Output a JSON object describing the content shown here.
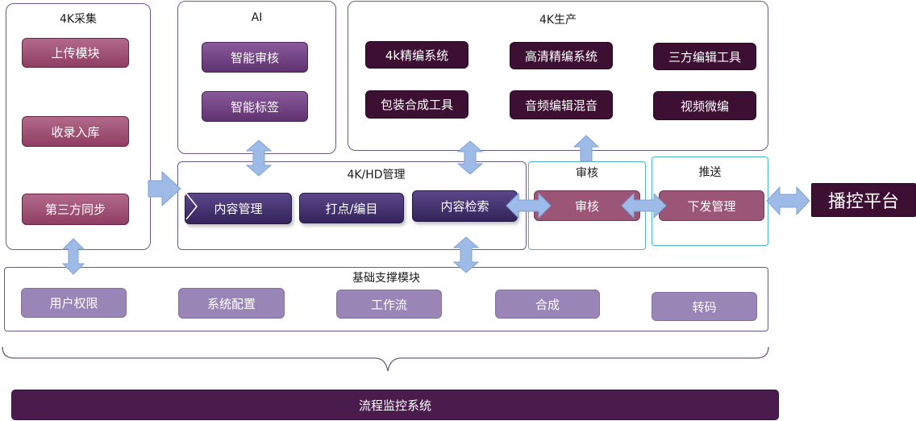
{
  "capture": {
    "title": "4K采集",
    "buttons": [
      "上传模块",
      "收录入库",
      "第三方同步"
    ]
  },
  "ai": {
    "title": "AI",
    "buttons": [
      "智能审核",
      "智能标签"
    ]
  },
  "production": {
    "title": "4K生产",
    "buttons": [
      "4k精编系统",
      "高清精编系统",
      "三方编辑工具",
      "包装合成工具",
      "音频编辑混音",
      "视频微编"
    ]
  },
  "management": {
    "title": "4K/HD管理",
    "buttons": [
      "内容管理",
      "打点/编目",
      "内容检索"
    ]
  },
  "review": {
    "title": "审核",
    "button": "审核"
  },
  "push": {
    "title": "推送",
    "button": "下发管理"
  },
  "broadcast": {
    "label": "播控平台"
  },
  "foundation": {
    "title": "基础支撑模块",
    "buttons": [
      "用户权限",
      "系统配置",
      "工作流",
      "合成",
      "转码"
    ]
  },
  "monitor": {
    "label": "流程监控系统"
  },
  "colors": {
    "panel_border": "#6b5a85",
    "teal_border": "#4bb3cf",
    "arrow": "#9dbbe6",
    "rose": "#8e3e62",
    "dark": "#3d0f33",
    "navy": "#3a2a66",
    "lavender": "#9a85b7"
  }
}
